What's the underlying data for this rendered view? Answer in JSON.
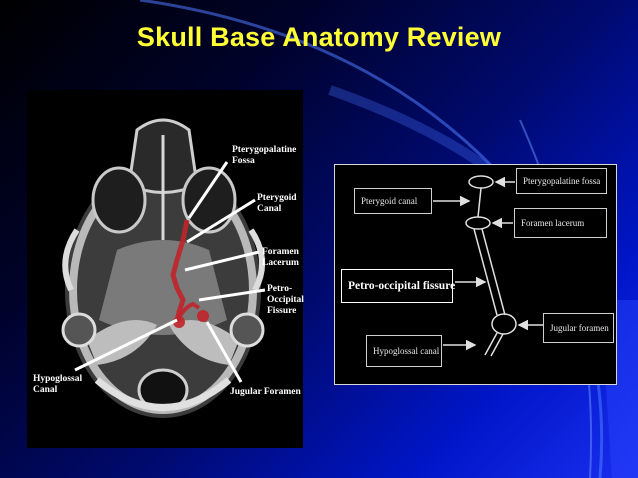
{
  "slide": {
    "title": "Skull Base Anatomy Review"
  },
  "ct_image": {
    "labels": {
      "pterygopalatine_fossa": "Pterygopalatine\nFossa",
      "pterygoid_canal": "Pterygoid\nCanal",
      "foramen_lacerum": "Foramen\nLacerum",
      "petro_occipital_fissure": "Petro-\nOccipital\nFissure",
      "hypoglossal_canal": "Hypoglossal\nCanal",
      "jugular_foramen": "Jugular Foramen"
    },
    "highlight_color": "#c0242a"
  },
  "schematic": {
    "pterygopalatine_fossa": "Pterygopalatine fossa",
    "pterygoid_canal": "Pterygoid canal",
    "foramen_lacerum": "Foramen lacerum",
    "petro_occipital_fissure": "Petro-occipital fissure",
    "jugular_foramen": "Jugular foramen",
    "hypoglossal_canal": "Hypoglossal canal"
  },
  "colors": {
    "title": "#ffff33",
    "background_dark": "#000000",
    "background_blue": "#1a2ff0"
  }
}
